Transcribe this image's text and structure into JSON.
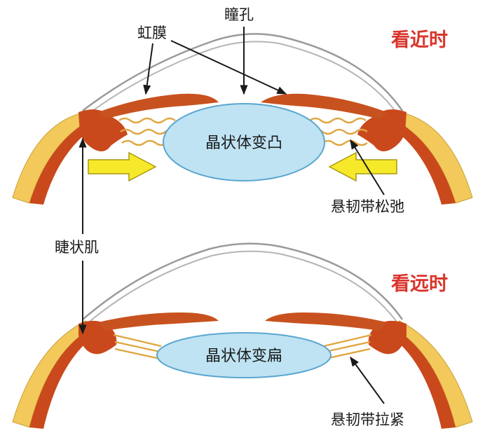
{
  "colors": {
    "state_label": "#d9342b",
    "sclera": "#f2c95a",
    "ciliary": "#c9491c",
    "iris": "#c8521f",
    "lens_fill": "#bfe3f3",
    "lens_stroke": "#5aa6cf",
    "zonule": "#e0a642",
    "arrow_fill": "#f6e92a",
    "arrow_stroke": "#a99a12",
    "cornea": "#9a9a9a"
  },
  "labels": {
    "iris": "虹膜",
    "pupil": "瞳孔",
    "ciliary_muscle": "睫状肌"
  },
  "near": {
    "state": "看近时",
    "lens": "晶状体变凸",
    "zonule": "悬韧带松弛"
  },
  "far": {
    "state": "看远时",
    "lens": "晶状体变扁",
    "zonule": "悬韧带拉紧"
  },
  "icons": [
    "yellow-right-arrow-icon",
    "yellow-left-arrow-icon"
  ]
}
